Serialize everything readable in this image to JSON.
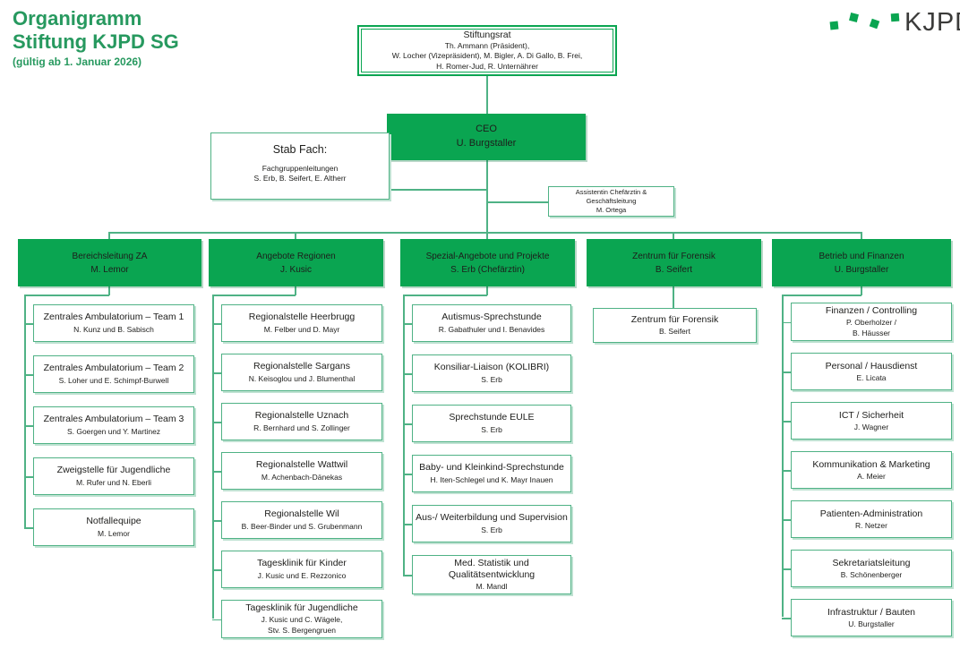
{
  "title": {
    "line1": "Organigramm",
    "line2": "Stiftung KJPD SG",
    "subtitle": "(gültig ab 1. Januar 2026)"
  },
  "logo": {
    "text": "KJPD"
  },
  "colors": {
    "green": "#0aa551",
    "line_green": "#4fb285",
    "title_green": "#27995f",
    "logo_text": "#3b3b3a",
    "ink": "#1d1d1b"
  },
  "board": {
    "title": "Stiftungsrat",
    "lines": [
      "Th. Ammann (Präsident),",
      "W. Locher (Vizepräsident), M. Bigler, A. Di Gallo, B. Frei,",
      "H. Romer-Jud, R. Unternährer"
    ]
  },
  "ceo": {
    "title": "CEO",
    "name": "U. Burgstaller"
  },
  "staff": {
    "title": "Stab Fach:",
    "lines": [
      "Fachgruppenleitungen",
      "S. Erb, B. Seifert, E. Altherr"
    ]
  },
  "assistant": {
    "lines": [
      "Assistentin Chefärztin &",
      "Geschäftsleitung",
      "M. Ortega"
    ]
  },
  "departments": [
    {
      "title": "Bereichsleitung ZA",
      "lead": "M. Lemor",
      "units": [
        {
          "title": "Zentrales Ambulatorium – Team 1",
          "names": [
            "N. Kunz und B. Sabisch"
          ]
        },
        {
          "title": "Zentrales Ambulatorium – Team 2",
          "names": [
            "S. Loher und E. Schimpf-Burwell"
          ]
        },
        {
          "title": "Zentrales Ambulatorium – Team 3",
          "names": [
            "S. Goergen und Y. Martinez"
          ]
        },
        {
          "title": "Zweigstelle für Jugendliche",
          "names": [
            "M. Rufer und N. Eberli"
          ]
        },
        {
          "title": "Notfallequipe",
          "names": [
            "M. Lemor"
          ]
        }
      ]
    },
    {
      "title": "Angebote Regionen",
      "lead": "J. Kusic",
      "units": [
        {
          "title": "Regionalstelle Heerbrugg",
          "names": [
            "M. Felber und D. Mayr"
          ]
        },
        {
          "title": "Regionalstelle Sargans",
          "names": [
            "N. Keisoglou und J. Blumenthal"
          ]
        },
        {
          "title": "Regionalstelle Uznach",
          "names": [
            "R. Bernhard und S. Zollinger"
          ]
        },
        {
          "title": "Regionalstelle Wattwil",
          "names": [
            "M. Achenbach-Dänekas"
          ]
        },
        {
          "title": "Regionalstelle Wil",
          "names": [
            "B. Beer-Binder und S. Grubenmann"
          ]
        },
        {
          "title": "Tagesklinik für Kinder",
          "names": [
            "J. Kusic und E. Rezzonico"
          ]
        },
        {
          "title": "Tagesklinik für Jugendliche",
          "names": [
            "J. Kusic und C. Wägele,",
            "Stv. S. Bergengruen"
          ]
        }
      ]
    },
    {
      "title": "Spezial-Angebote und Projekte",
      "lead": "S. Erb (Chefärztin)",
      "units": [
        {
          "title": "Autismus-Sprechstunde",
          "names": [
            "R. Gabathuler und I. Benavides"
          ]
        },
        {
          "title": "Konsiliar-Liaison (KOLIBRI)",
          "names": [
            "S. Erb"
          ]
        },
        {
          "title": "Sprechstunde EULE",
          "names": [
            "S. Erb"
          ]
        },
        {
          "title": "Baby- und Kleinkind-Sprechstunde",
          "names": [
            "H. Iten-Schlegel und K. Mayr Inauen"
          ]
        },
        {
          "title": "Aus-/ Weiterbildung und Supervision",
          "names": [
            "S. Erb"
          ]
        },
        {
          "title": "Med. Statistik und Qualitätsentwicklung",
          "names": [
            "M. Mandl"
          ]
        }
      ]
    },
    {
      "title": "Zentrum für Forensik",
      "lead": "B. Seifert",
      "units": [
        {
          "title": "Zentrum für Forensik",
          "names": [
            "B. Seifert"
          ]
        }
      ]
    },
    {
      "title": "Betrieb und Finanzen",
      "lead": "U. Burgstaller",
      "units": [
        {
          "title": "Finanzen / Controlling",
          "names": [
            "P. Oberholzer /",
            "B. Häusser"
          ]
        },
        {
          "title": "Personal / Hausdienst",
          "names": [
            "E. Licata"
          ]
        },
        {
          "title": "ICT / Sicherheit",
          "names": [
            "J. Wagner"
          ]
        },
        {
          "title": "Kommunikation & Marketing",
          "names": [
            "A. Meier"
          ]
        },
        {
          "title": "Patienten-Administration",
          "names": [
            "R. Netzer"
          ]
        },
        {
          "title": "Sekretariatsleitung",
          "names": [
            "B. Schönenberger"
          ]
        },
        {
          "title": "Infrastruktur / Bauten",
          "names": [
            "U. Burgstaller"
          ]
        }
      ]
    }
  ]
}
